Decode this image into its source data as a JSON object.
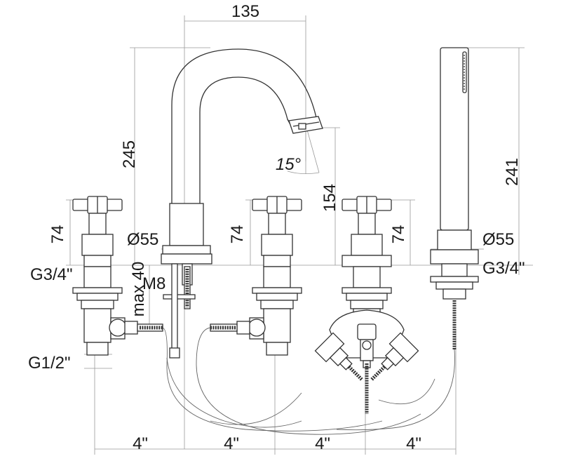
{
  "labels": {
    "spout_width": "135",
    "spout_height": "245",
    "angle": "15°",
    "handle_height_right": "154",
    "shower_height": "241",
    "handle_left_74": "74",
    "handle_mid_74": "74",
    "handle_right_74": "74",
    "spout_diameter": "Ø55",
    "shower_diameter": "Ø55",
    "thread_left": "G3/4\"",
    "thread_shower": "G3/4\"",
    "max_40": "max 40",
    "m8": "M8",
    "inlet_thread": "G1/2\"",
    "spacing_1": "4\"",
    "spacing_2": "4\"",
    "spacing_3": "4\"",
    "spacing_4": "4\""
  }
}
